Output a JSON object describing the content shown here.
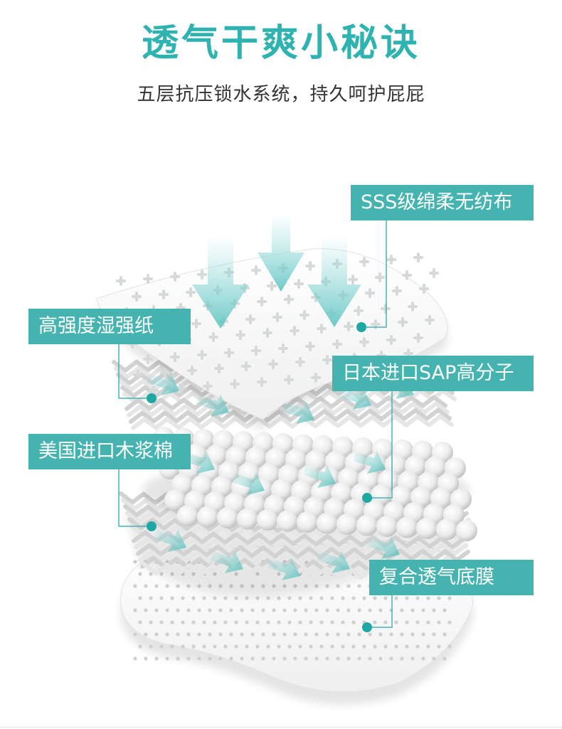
{
  "header": {
    "title": "透气干爽小秘诀",
    "subtitle": "五层抗压锁水系统，持久呵护屁屁"
  },
  "layers": [
    {
      "label": "SSS级绵柔无纺布"
    },
    {
      "label": "高强度湿强纸"
    },
    {
      "label": "日本进口SAP高分子"
    },
    {
      "label": "美国进口木浆棉"
    },
    {
      "label": "复合透气底膜"
    }
  ],
  "colors": {
    "accent": "#45b3af",
    "title": "#2fb3b0",
    "text": "#333333",
    "marker": "#1fa8a3"
  },
  "icons": [
    "down-arrow-icon",
    "dot-marker-icon"
  ]
}
